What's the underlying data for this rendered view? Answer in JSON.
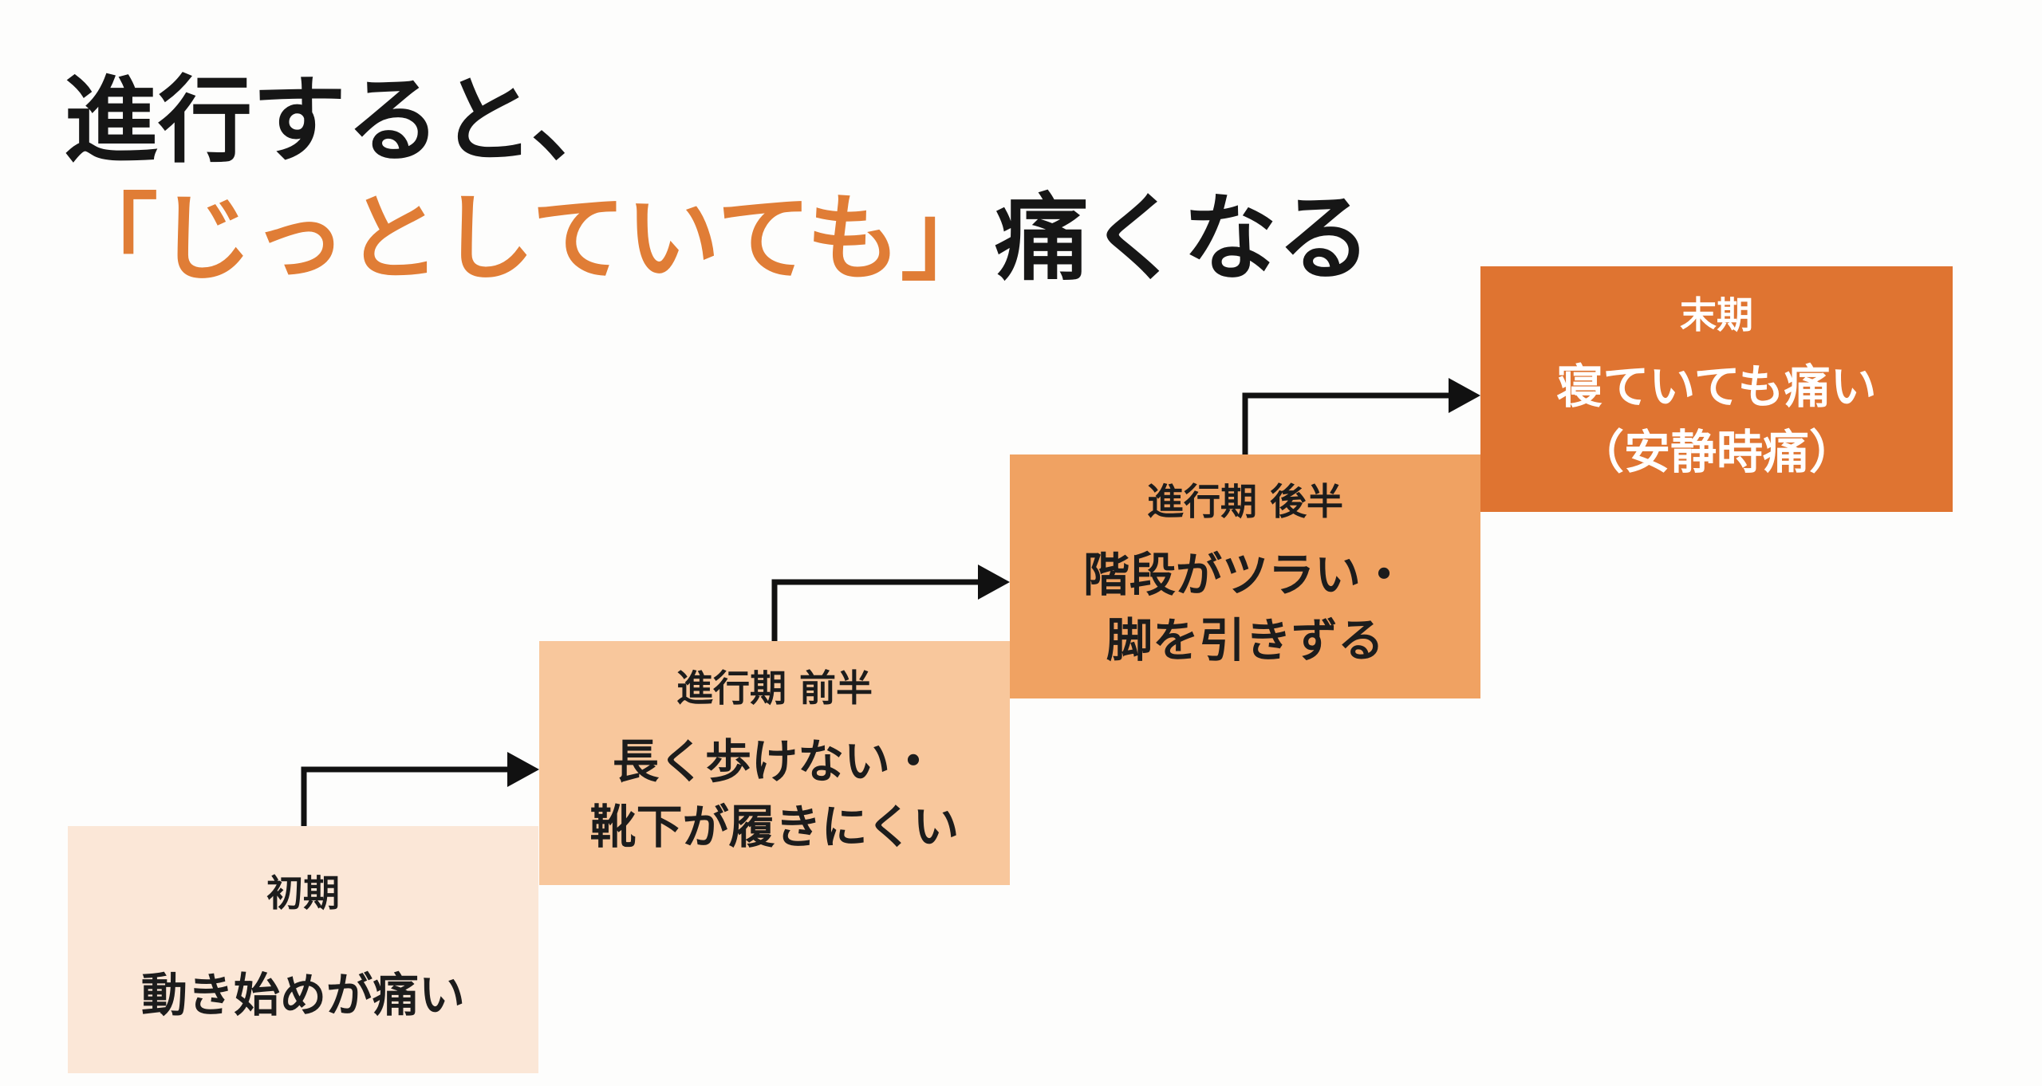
{
  "title": {
    "line1": "進行すると、",
    "line2_accent": "「じっとしていても」",
    "line2_rest": "痛くなる"
  },
  "stages": [
    {
      "label": "初期",
      "desc_lines": [
        "動き始めが痛い"
      ]
    },
    {
      "label": "進行期 前半",
      "desc_lines": [
        "長く歩けない・",
        "靴下が履きにくい"
      ]
    },
    {
      "label": "進行期 後半",
      "desc_lines": [
        "階段がツラい・",
        "脚を引きずる"
      ]
    },
    {
      "label": "末期",
      "desc_lines": [
        "寝ていても痛い",
        "（安静時痛）"
      ]
    }
  ],
  "colors": {
    "accent": "#e07d36",
    "stage_colors": [
      "#fbe7d7",
      "#f8c79c",
      "#f0a262",
      "#df7431"
    ],
    "arrow": "#111111"
  },
  "icons": {
    "arrow": "step-up-arrow-icon"
  }
}
